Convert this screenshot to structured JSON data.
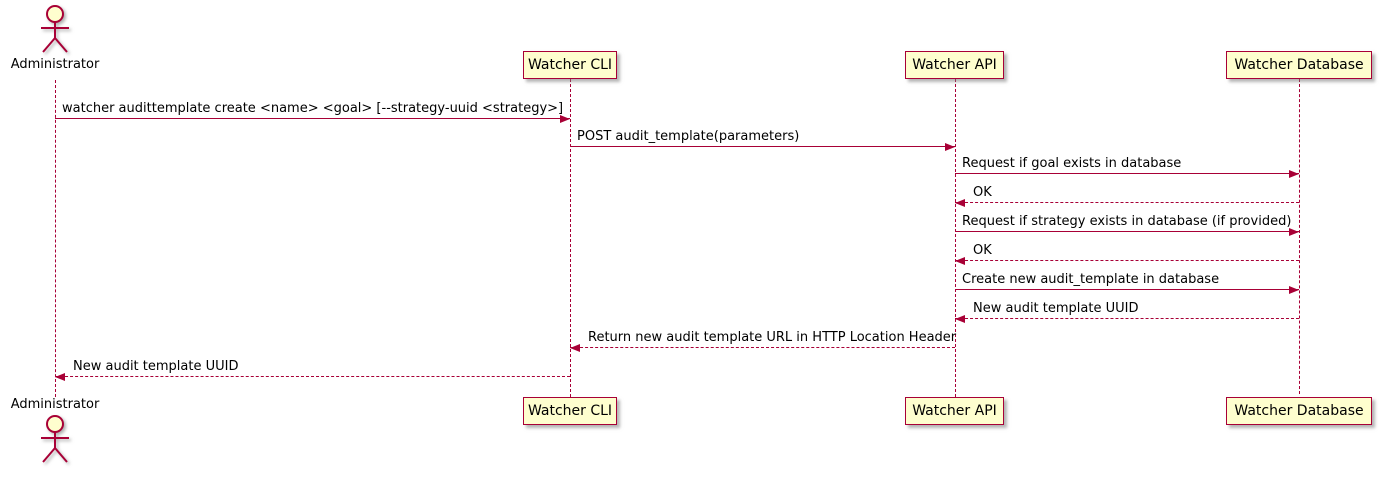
{
  "diagram": {
    "type": "sequence",
    "participants": [
      {
        "name": "Administrator",
        "kind": "actor"
      },
      {
        "name": "Watcher CLI",
        "kind": "participant"
      },
      {
        "name": "Watcher API",
        "kind": "participant"
      },
      {
        "name": "Watcher Database",
        "kind": "participant"
      }
    ],
    "messages": [
      {
        "from": "Administrator",
        "to": "Watcher CLI",
        "style": "solid",
        "label": "watcher audittemplate create <name> <goal> [--strategy-uuid <strategy>]"
      },
      {
        "from": "Watcher CLI",
        "to": "Watcher API",
        "style": "solid",
        "label": "POST audit_template(parameters)"
      },
      {
        "from": "Watcher API",
        "to": "Watcher Database",
        "style": "solid",
        "label": "Request if goal exists in database"
      },
      {
        "from": "Watcher Database",
        "to": "Watcher API",
        "style": "dashed",
        "label": "OK"
      },
      {
        "from": "Watcher API",
        "to": "Watcher Database",
        "style": "solid",
        "label": "Request if strategy exists in database (if provided)"
      },
      {
        "from": "Watcher Database",
        "to": "Watcher API",
        "style": "dashed",
        "label": "OK"
      },
      {
        "from": "Watcher API",
        "to": "Watcher Database",
        "style": "solid",
        "label": "Create new audit_template in database"
      },
      {
        "from": "Watcher Database",
        "to": "Watcher API",
        "style": "dashed",
        "label": "New audit template UUID"
      },
      {
        "from": "Watcher API",
        "to": "Watcher CLI",
        "style": "dashed",
        "label": "Return new audit template URL in HTTP Location Header"
      },
      {
        "from": "Watcher CLI",
        "to": "Administrator",
        "style": "dashed",
        "label": "New audit template UUID"
      }
    ],
    "colors": {
      "participant_fill": "#FEFECE",
      "stroke": "#A80036",
      "text": "#000000",
      "background": "#FFFFFF"
    }
  }
}
